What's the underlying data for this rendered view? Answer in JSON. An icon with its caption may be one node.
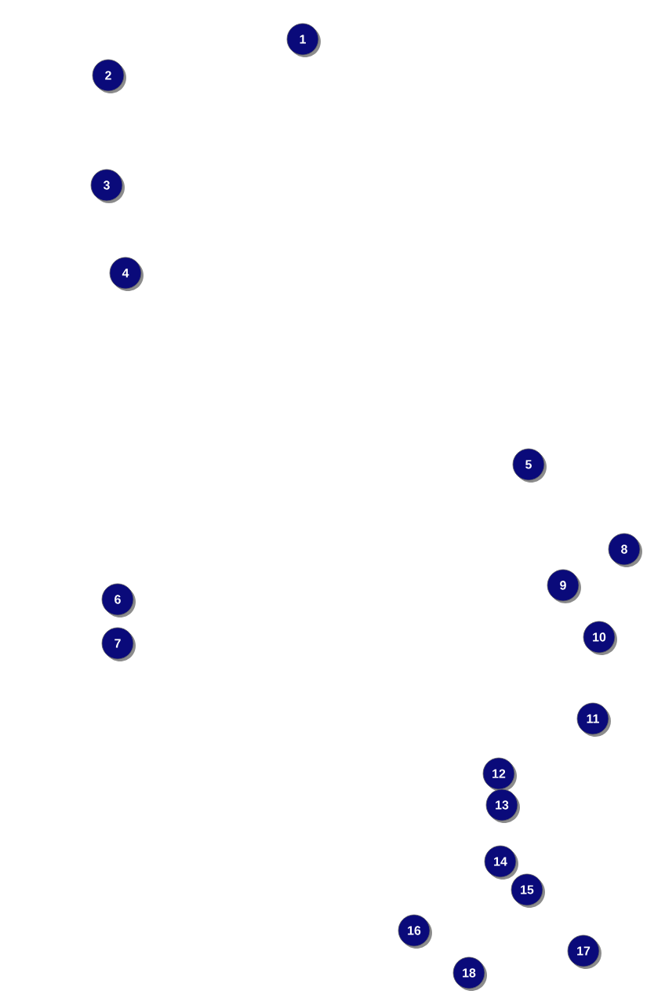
{
  "diagram": {
    "labels": [
      "1",
      "2",
      "3",
      "4",
      "5",
      "6",
      "7",
      "8",
      "9",
      "10",
      "11",
      "12",
      "13",
      "14",
      "15",
      "16",
      "17",
      "18"
    ]
  }
}
